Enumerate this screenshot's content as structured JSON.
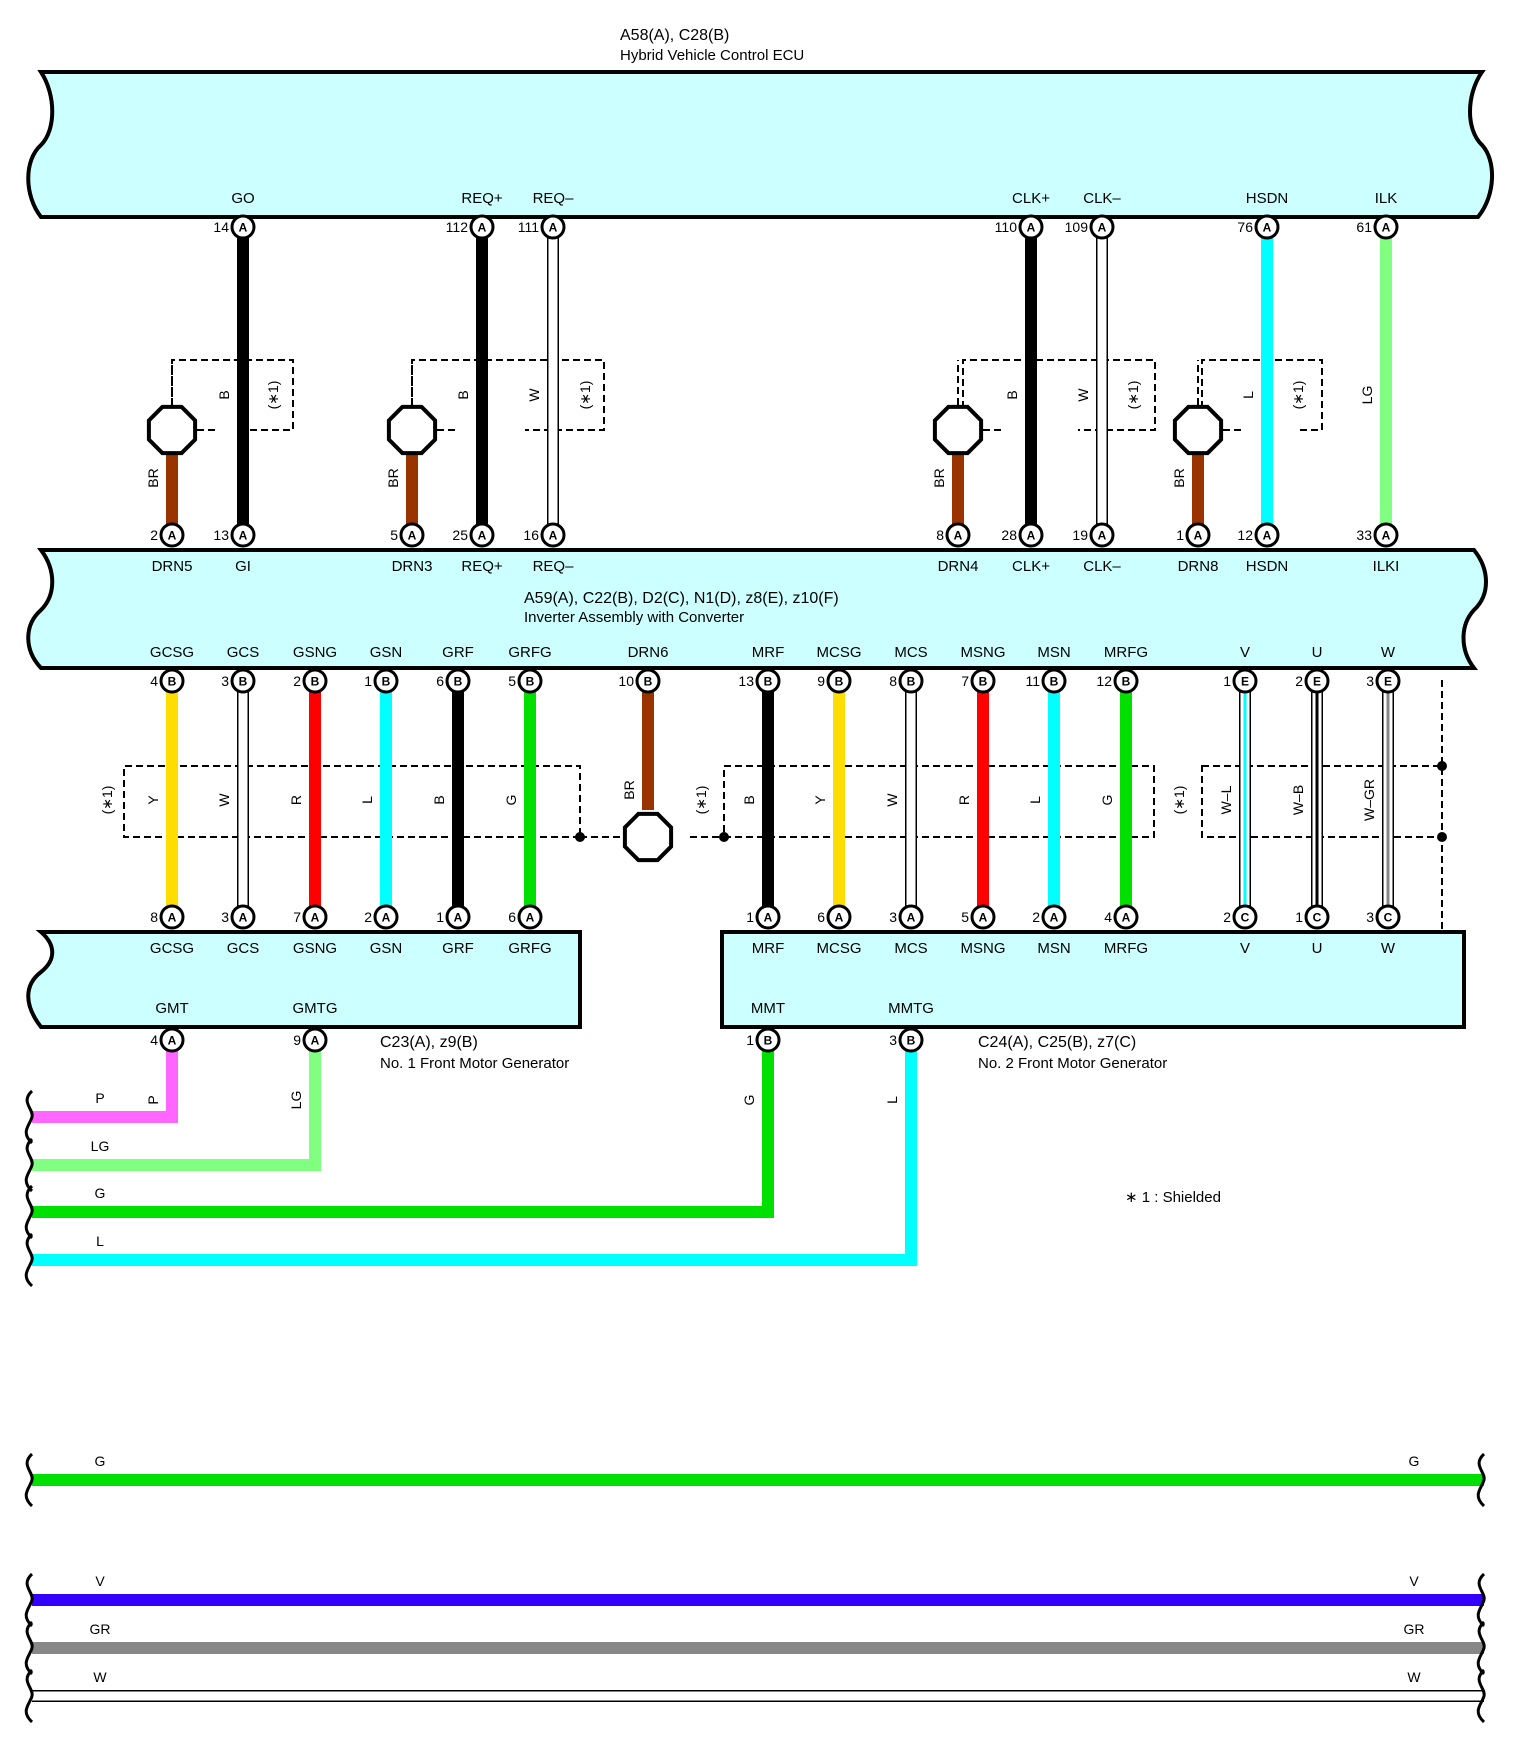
{
  "ecu": {
    "code": "A58(A), C28(B)",
    "name": "Hybrid Vehicle Control ECU",
    "terminals": [
      {
        "name": "GO",
        "pin": "14",
        "conn": "A"
      },
      {
        "name": "REQ+",
        "pin": "112",
        "conn": "A"
      },
      {
        "name": "REQ–",
        "pin": "111",
        "conn": "A"
      },
      {
        "name": "CLK+",
        "pin": "110",
        "conn": "A"
      },
      {
        "name": "CLK–",
        "pin": "109",
        "conn": "A"
      },
      {
        "name": "HSDN",
        "pin": "76",
        "conn": "A"
      },
      {
        "name": "ILK",
        "pin": "61",
        "conn": "A"
      }
    ]
  },
  "inverter": {
    "code": "A59(A), C22(B), D2(C), N1(D), z8(E), z10(F)",
    "name": "Inverter Assembly with Converter",
    "top_terminals": [
      {
        "name": "DRN5",
        "pin": "2",
        "conn": "A"
      },
      {
        "name": "GI",
        "pin": "13",
        "conn": "A"
      },
      {
        "name": "DRN3",
        "pin": "5",
        "conn": "A"
      },
      {
        "name": "REQ+",
        "pin": "25",
        "conn": "A"
      },
      {
        "name": "REQ–",
        "pin": "16",
        "conn": "A"
      },
      {
        "name": "DRN4",
        "pin": "8",
        "conn": "A"
      },
      {
        "name": "CLK+",
        "pin": "28",
        "conn": "A"
      },
      {
        "name": "CLK–",
        "pin": "19",
        "conn": "A"
      },
      {
        "name": "DRN8",
        "pin": "1",
        "conn": "A"
      },
      {
        "name": "HSDN",
        "pin": "12",
        "conn": "A"
      },
      {
        "name": "ILKI",
        "pin": "33",
        "conn": "A"
      }
    ],
    "bottom_terminals": [
      {
        "name": "GCSG",
        "pin": "4",
        "conn": "B"
      },
      {
        "name": "GCS",
        "pin": "3",
        "conn": "B"
      },
      {
        "name": "GSNG",
        "pin": "2",
        "conn": "B"
      },
      {
        "name": "GSN",
        "pin": "1",
        "conn": "B"
      },
      {
        "name": "GRF",
        "pin": "6",
        "conn": "B"
      },
      {
        "name": "GRFG",
        "pin": "5",
        "conn": "B"
      },
      {
        "name": "DRN6",
        "pin": "10",
        "conn": "B"
      },
      {
        "name": "MRF",
        "pin": "13",
        "conn": "B"
      },
      {
        "name": "MCSG",
        "pin": "9",
        "conn": "B"
      },
      {
        "name": "MCS",
        "pin": "8",
        "conn": "B"
      },
      {
        "name": "MSNG",
        "pin": "7",
        "conn": "B"
      },
      {
        "name": "MSN",
        "pin": "11",
        "conn": "B"
      },
      {
        "name": "MRFG",
        "pin": "12",
        "conn": "B"
      },
      {
        "name": "V",
        "pin": "1",
        "conn": "E"
      },
      {
        "name": "U",
        "pin": "2",
        "conn": "E"
      },
      {
        "name": "W",
        "pin": "3",
        "conn": "E"
      }
    ]
  },
  "mg1": {
    "code": "C23(A), z9(B)",
    "name": "No.  1 Front Motor Generator",
    "top_terminals": [
      {
        "name": "GCSG",
        "pin": "8",
        "conn": "A"
      },
      {
        "name": "GCS",
        "pin": "3",
        "conn": "A"
      },
      {
        "name": "GSNG",
        "pin": "7",
        "conn": "A"
      },
      {
        "name": "GSN",
        "pin": "2",
        "conn": "A"
      },
      {
        "name": "GRF",
        "pin": "1",
        "conn": "A"
      },
      {
        "name": "GRFG",
        "pin": "6",
        "conn": "A"
      }
    ],
    "bottom_terminals": [
      {
        "name": "GMT",
        "pin": "4",
        "conn": "A"
      },
      {
        "name": "GMTG",
        "pin": "9",
        "conn": "A"
      }
    ]
  },
  "mg2": {
    "code": "C24(A), C25(B), z7(C)",
    "name": "No.  2 Front Motor Generator",
    "top_terminals": [
      {
        "name": "MRF",
        "pin": "1",
        "conn": "A"
      },
      {
        "name": "MCSG",
        "pin": "6",
        "conn": "A"
      },
      {
        "name": "MCS",
        "pin": "3",
        "conn": "A"
      },
      {
        "name": "MSNG",
        "pin": "5",
        "conn": "A"
      },
      {
        "name": "MSN",
        "pin": "2",
        "conn": "A"
      },
      {
        "name": "MRFG",
        "pin": "4",
        "conn": "A"
      },
      {
        "name": "V",
        "pin": "2",
        "conn": "C"
      },
      {
        "name": "U",
        "pin": "1",
        "conn": "C"
      },
      {
        "name": "W",
        "pin": "3",
        "conn": "C"
      }
    ],
    "bottom_terminals": [
      {
        "name": "MMT",
        "pin": "1",
        "conn": "B"
      },
      {
        "name": "MMTG",
        "pin": "3",
        "conn": "B"
      }
    ]
  },
  "wire_colors": {
    "BR": "#993300",
    "B": "#000000",
    "W": "#ffffff",
    "L": "#00ffff",
    "LG": "#80ff80",
    "Y": "#ffdd00",
    "R": "#ff0000",
    "G": "#00e000",
    "P": "#ff66ff",
    "V": "#3300ff",
    "GR": "#888888"
  },
  "upper_wires": [
    {
      "label": "BR"
    },
    {
      "label": "B"
    },
    {
      "label": "BR"
    },
    {
      "label": "B"
    },
    {
      "label": "W"
    },
    {
      "label": "BR"
    },
    {
      "label": "B"
    },
    {
      "label": "W"
    },
    {
      "label": "BR"
    },
    {
      "label": "L"
    },
    {
      "label": "LG"
    }
  ],
  "middle_wires": [
    {
      "label": "Y"
    },
    {
      "label": "W"
    },
    {
      "label": "R"
    },
    {
      "label": "L"
    },
    {
      "label": "B"
    },
    {
      "label": "G"
    },
    {
      "label": "BR"
    },
    {
      "label": "B"
    },
    {
      "label": "Y"
    },
    {
      "label": "W"
    },
    {
      "label": "R"
    },
    {
      "label": "L"
    },
    {
      "label": "G"
    },
    {
      "label": "W–L"
    },
    {
      "label": "W–B"
    },
    {
      "label": "W–GR"
    }
  ],
  "shield_tag": "(∗1)",
  "lower_wires": [
    {
      "label": "P"
    },
    {
      "label": "LG"
    },
    {
      "label": "G"
    },
    {
      "label": "L"
    }
  ],
  "bottom_buses": [
    {
      "left": "G",
      "right": "G",
      "color": "G"
    },
    {
      "left": "V",
      "right": "V",
      "color": "V"
    },
    {
      "left": "GR",
      "right": "GR",
      "color": "GR"
    },
    {
      "left": "W",
      "right": "W",
      "color": "W"
    }
  ],
  "note": "∗ 1 : Shielded"
}
